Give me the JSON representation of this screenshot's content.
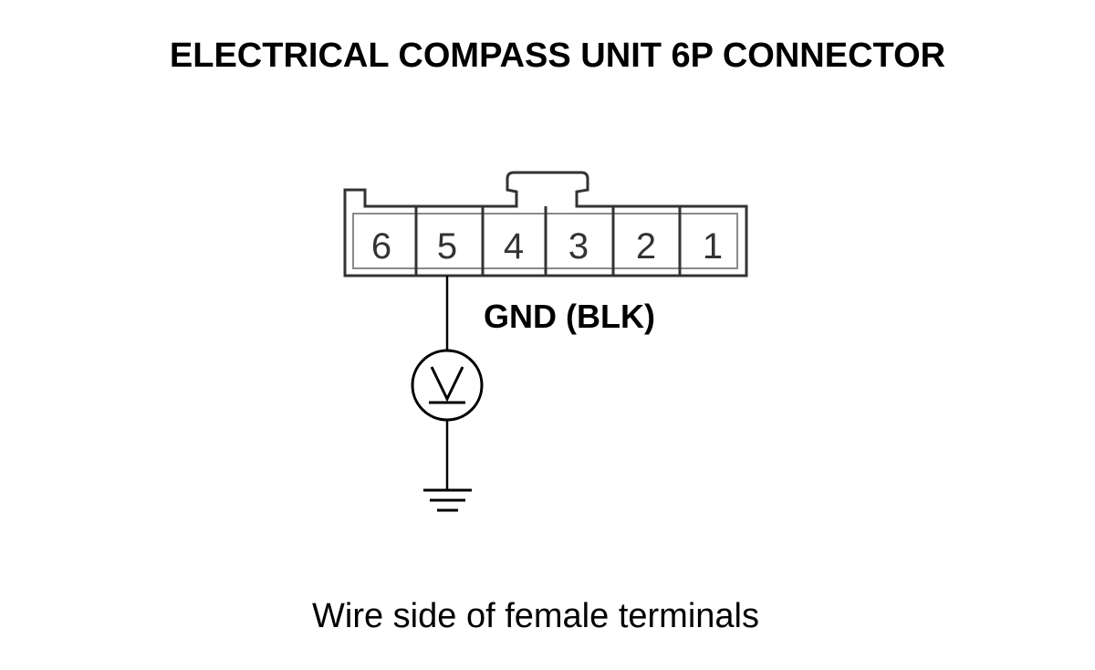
{
  "title": "ELECTRICAL COMPASS UNIT 6P CONNECTOR",
  "connector": {
    "pins": [
      "6",
      "5",
      "4",
      "3",
      "2",
      "1"
    ]
  },
  "measurement": {
    "terminal_label": "GND (BLK)",
    "meter_icon": "voltmeter-icon",
    "ground_icon": "ground-icon"
  },
  "caption": "Wire side of female terminals"
}
